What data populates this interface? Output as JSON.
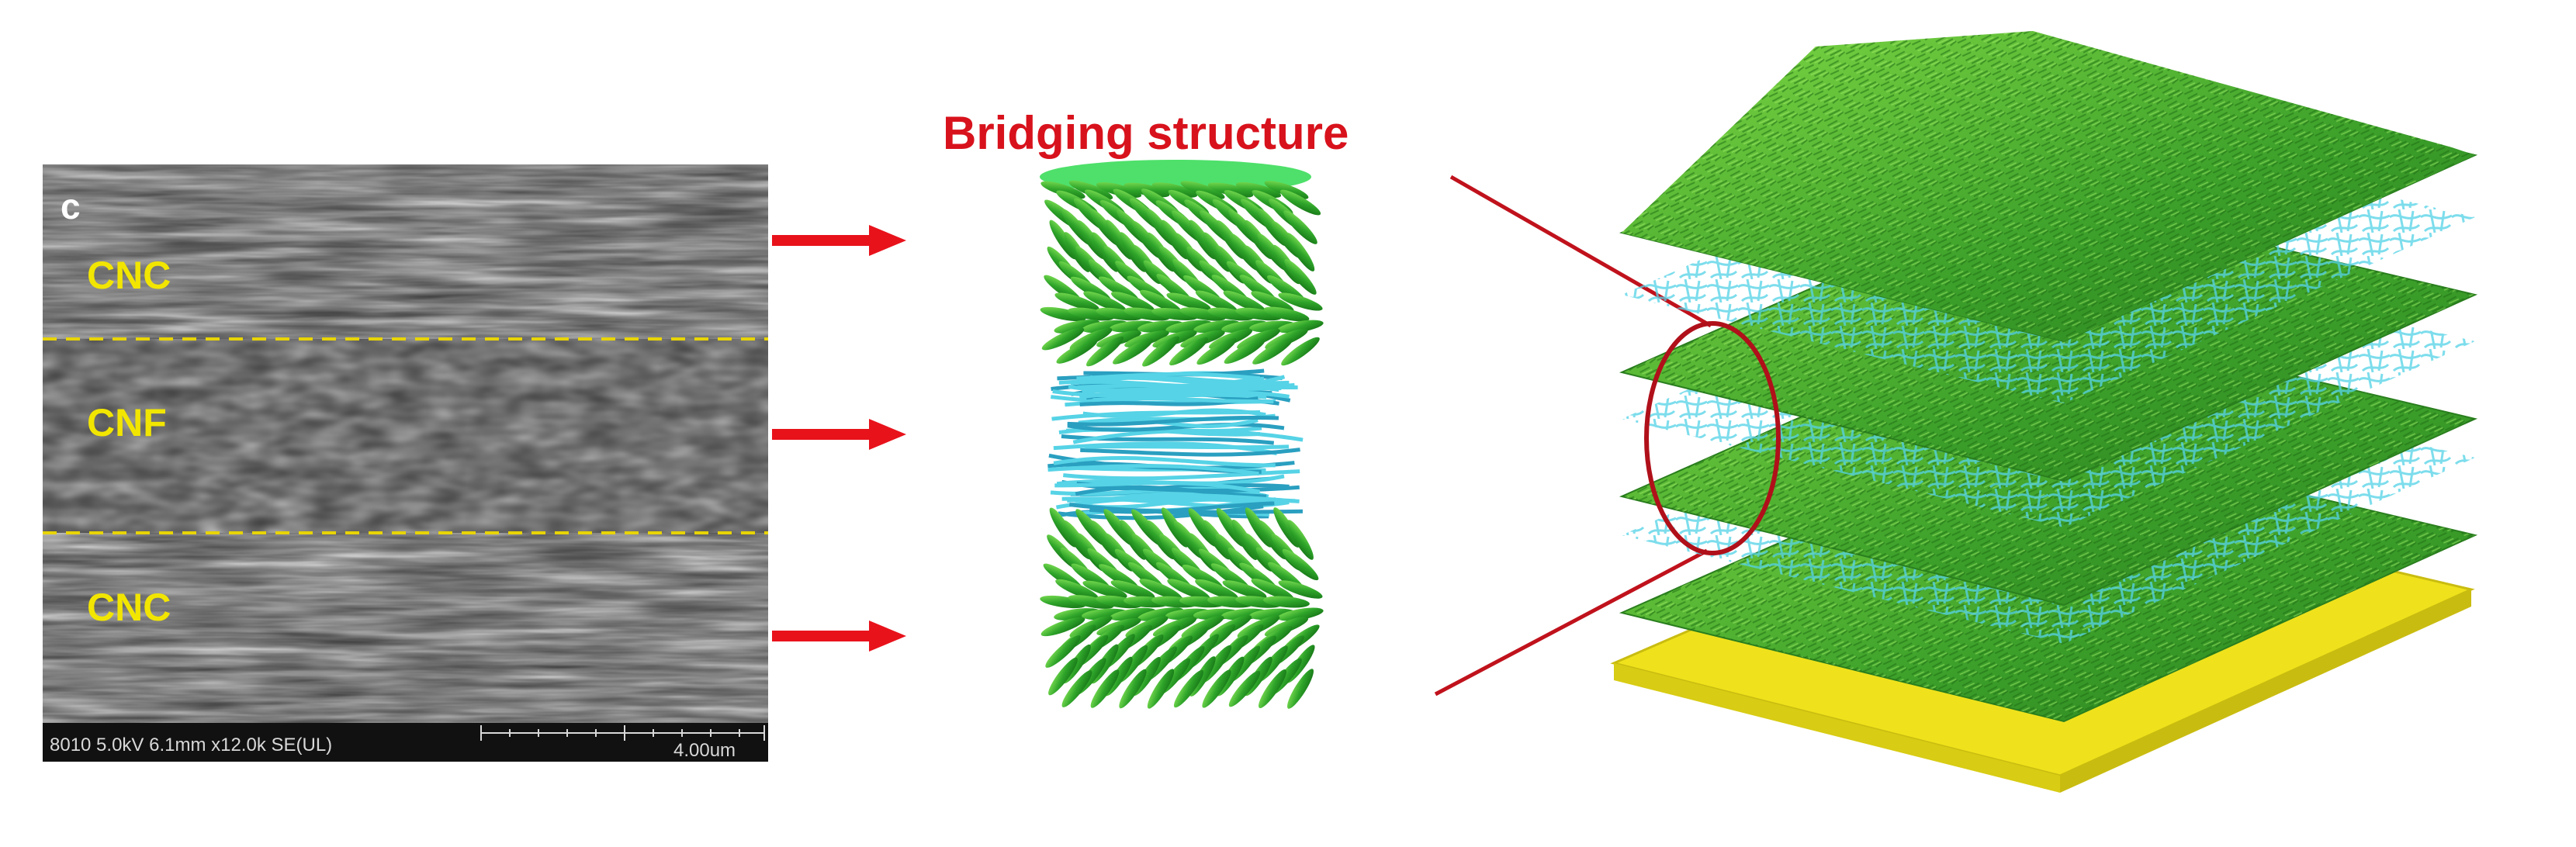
{
  "sem": {
    "panel_letter": "c",
    "layers": [
      {
        "label": "CNC"
      },
      {
        "label": "CNF"
      },
      {
        "label": "CNC"
      }
    ],
    "info_bar": {
      "left_text": "8010 5.0kV 6.1mm x12.0k SE(UL)",
      "scale_text": "4.00um"
    }
  },
  "title": "Bridging structure",
  "colors": {
    "label_yellow": "#f2e600",
    "divider_yellow": "#e8d400",
    "arrow_red": "#e8121b",
    "title_red": "#d8121c",
    "cnc_green": "#2fa52a",
    "cnc_green_light": "#6dd23e",
    "cnf_cyan": "#56d3e6",
    "substrate_yellow": "#efe21c"
  },
  "icons": {
    "arrow": "right-arrow-icon",
    "ellipse": "zoom-ellipse"
  }
}
